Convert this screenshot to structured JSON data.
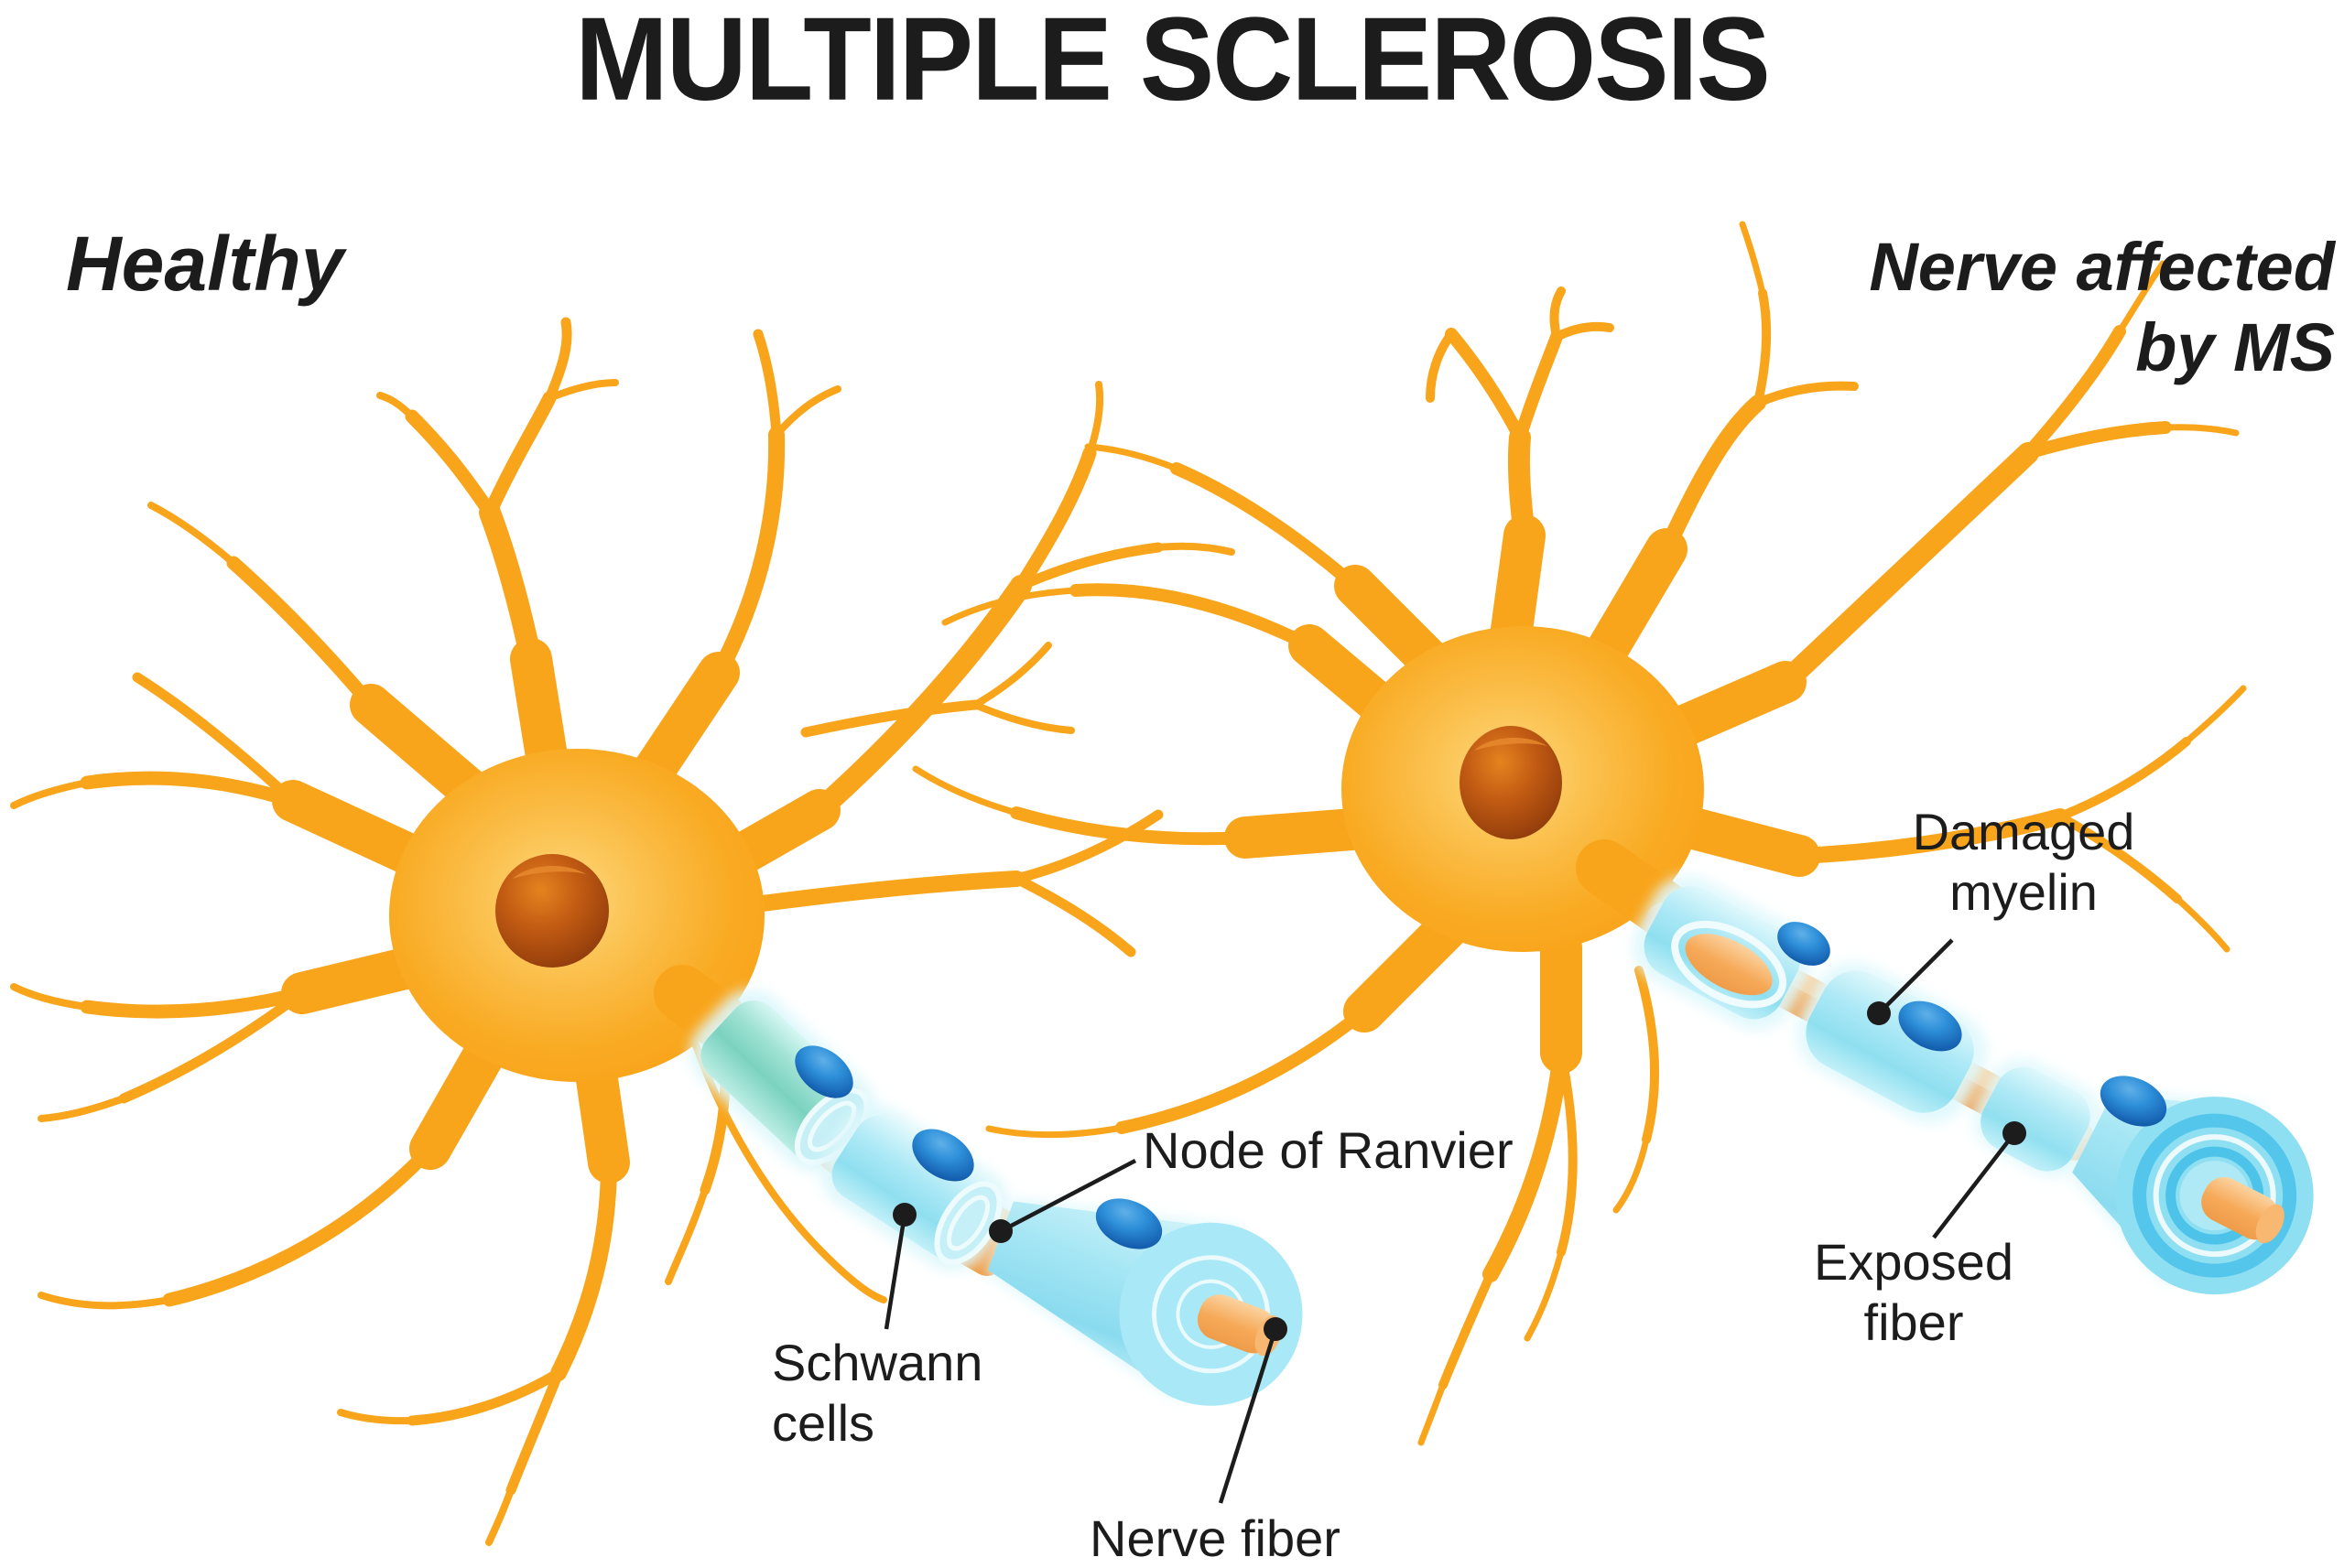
{
  "title": "MULTIPLE SCLEROSIS",
  "panels": {
    "healthy": {
      "label": "Healthy"
    },
    "affected": {
      "label_lines": [
        "Nerve affected",
        "by MS"
      ]
    }
  },
  "annotations": {
    "node_of_ranvier": {
      "label": "Node of Ranvier"
    },
    "schwann_cells": {
      "lines": [
        "Schwann",
        "cells"
      ]
    },
    "nerve_fiber": {
      "label": "Nerve fiber"
    },
    "damaged_myelin": {
      "lines": [
        "Damaged",
        "myelin"
      ]
    },
    "exposed_fiber": {
      "lines": [
        "Exposed",
        "fiber"
      ]
    }
  },
  "colors": {
    "background": "#FFFFFF",
    "text": "#1C1C1C",
    "neuron_body": "#F9A51B",
    "neuron_nucleus": "#A9450D",
    "myelin_sheath": "#A8E7F5",
    "myelin_teal": "#7ED5C0",
    "schwann_nucleus": "#1E6FC4",
    "node_of_ranvier_fiber": "#F8AC5C",
    "ms_lesion_ring": "#4EC3EA"
  }
}
